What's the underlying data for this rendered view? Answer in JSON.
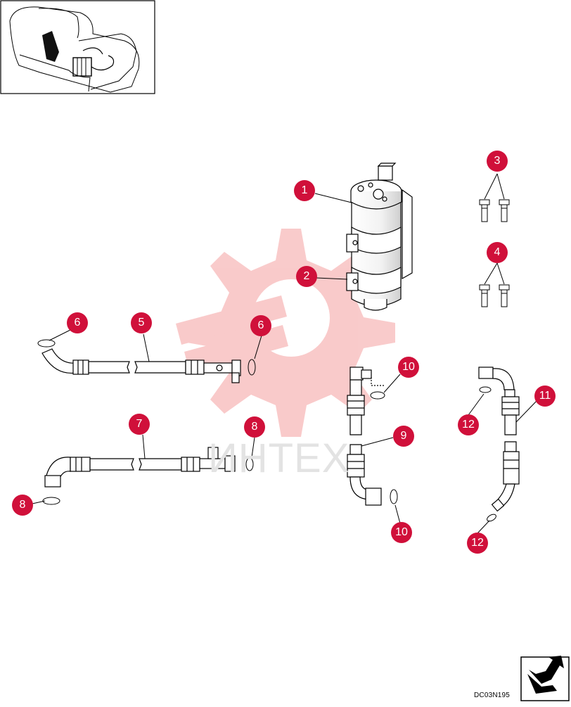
{
  "diagram": {
    "code": "DC03N195",
    "watermark_text": "ИНТЕХ",
    "accent_color": "#d0103a",
    "callouts": [
      {
        "number": "1",
        "part": "receiver-drier"
      },
      {
        "number": "2",
        "part": "receiver-drier-bracket"
      },
      {
        "number": "3",
        "part": "bolts-upper"
      },
      {
        "number": "4",
        "part": "bolts-lower"
      },
      {
        "number": "6",
        "part": "o-ring-left"
      },
      {
        "number": "5",
        "part": "hose-upper"
      },
      {
        "number": "6",
        "part": "o-ring-right"
      },
      {
        "number": "10",
        "part": "o-ring-upper"
      },
      {
        "number": "11",
        "part": "hose-right"
      },
      {
        "number": "7",
        "part": "hose-lower"
      },
      {
        "number": "8",
        "part": "o-ring-right"
      },
      {
        "number": "9",
        "part": "hose-middle"
      },
      {
        "number": "12",
        "part": "o-ring-upper"
      },
      {
        "number": "8",
        "part": "o-ring-left"
      },
      {
        "number": "10",
        "part": "o-ring-lower"
      },
      {
        "number": "12",
        "part": "o-ring-lower"
      }
    ],
    "icons": [
      "location-thumbnail",
      "next-page-arrow-icon",
      "gear-watermark"
    ]
  }
}
